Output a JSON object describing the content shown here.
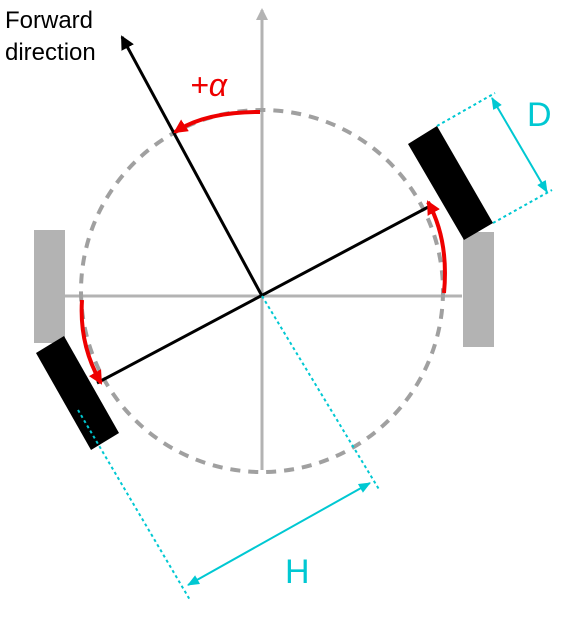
{
  "labels": {
    "forward_line1": "Forward",
    "forward_line2": "direction",
    "alpha": "+α",
    "wheel_diameter": "D",
    "track_width": "H"
  },
  "colors": {
    "axis": "#b3b3b3",
    "robot_body": "#000000",
    "rotation_arrows": "#ee0000",
    "dimension": "#00c8d2",
    "ghost_wheel": "#b3b3b3",
    "wheel": "#000000"
  }
}
